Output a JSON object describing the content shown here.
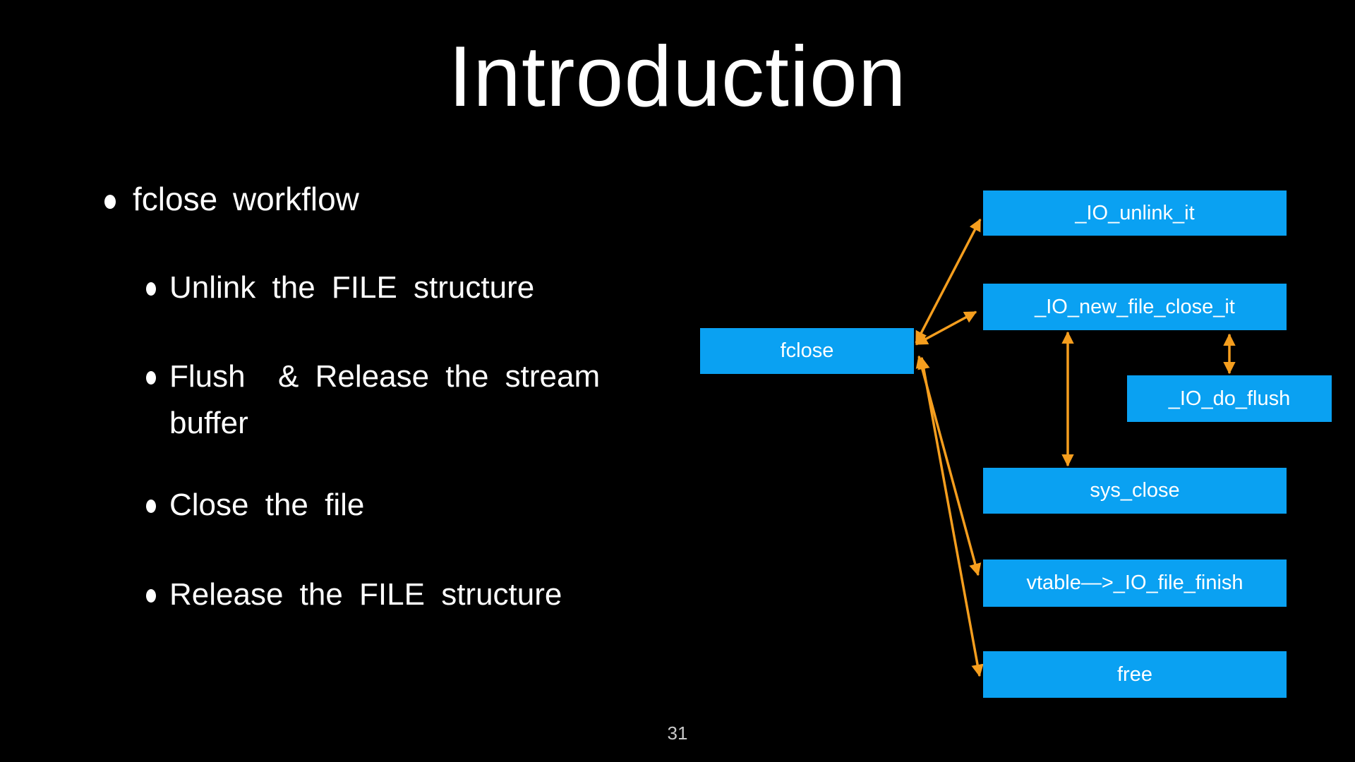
{
  "slide": {
    "title": "Introduction",
    "page_number": "31"
  },
  "bullets": {
    "level1": "fclose workflow",
    "sub_items": [
      "Unlink the FILE structure",
      "Flush  & Release the stream buffer",
      "Close the file",
      "Release the FILE structure"
    ]
  },
  "diagram": {
    "nodes": [
      {
        "id": "fclose",
        "label": "fclose"
      },
      {
        "id": "io_unlink_it",
        "label": "_IO_unlink_it"
      },
      {
        "id": "io_new_file_close_it",
        "label": "_IO_new_file_close_it"
      },
      {
        "id": "io_do_flush",
        "label": "_IO_do_flush"
      },
      {
        "id": "sys_close",
        "label": "sys_close"
      },
      {
        "id": "vtable_io_file_finish",
        "label": "vtable—>_IO_file_finish"
      },
      {
        "id": "free",
        "label": "free"
      }
    ],
    "edges": [
      {
        "from": "fclose",
        "to": "io_unlink_it",
        "style": "double-arrow"
      },
      {
        "from": "fclose",
        "to": "io_new_file_close_it",
        "style": "double-arrow"
      },
      {
        "from": "fclose",
        "to": "vtable_io_file_finish",
        "style": "double-arrow"
      },
      {
        "from": "fclose",
        "to": "free",
        "style": "double-arrow"
      },
      {
        "from": "io_new_file_close_it",
        "to": "sys_close",
        "style": "double-arrow"
      },
      {
        "from": "io_new_file_close_it",
        "to": "io_do_flush",
        "style": "double-arrow"
      }
    ]
  },
  "colors": {
    "background": "#000000",
    "node_fill": "#0aa1f2",
    "arrow": "#f59e1e",
    "text": "#ffffff",
    "page_number": "#c9c9c9"
  }
}
